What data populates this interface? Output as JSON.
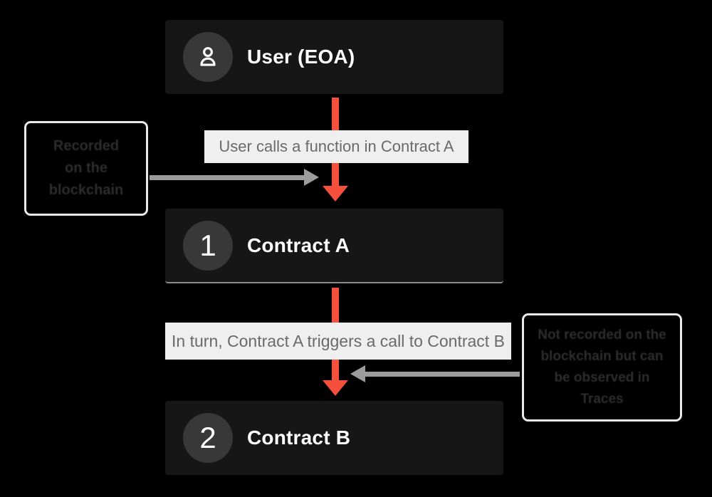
{
  "colors": {
    "background": "#000000",
    "node_background": "#161616",
    "node_circle_background": "#383838",
    "node_text": "#FFFFFF",
    "node_a_bottom_border": "#8C8C8C",
    "edge_label_background": "#EFEFEF",
    "edge_label_text": "#6A6A6A",
    "flow_arrow": "#F5503C",
    "side_arrow": "#9C9C9C",
    "annotation_border": "#E9E9E9",
    "annotation_text": "#2D2D2D"
  },
  "nodes": {
    "user": {
      "title": "User (EOA)",
      "icon": "user-icon"
    },
    "contract_a": {
      "badge": "1",
      "title": "Contract A"
    },
    "contract_b": {
      "badge": "2",
      "title": "Contract B"
    }
  },
  "edge_labels": {
    "user_to_a": "User calls a function in Contract A",
    "a_to_b": "In turn, Contract A triggers a call to Contract B"
  },
  "annotations": {
    "left": {
      "lines": [
        "Recorded",
        "on the",
        "blockchain"
      ]
    },
    "right": {
      "lines": [
        "Not recorded on the",
        "blockchain but can",
        "be observed in",
        "Traces"
      ]
    }
  }
}
